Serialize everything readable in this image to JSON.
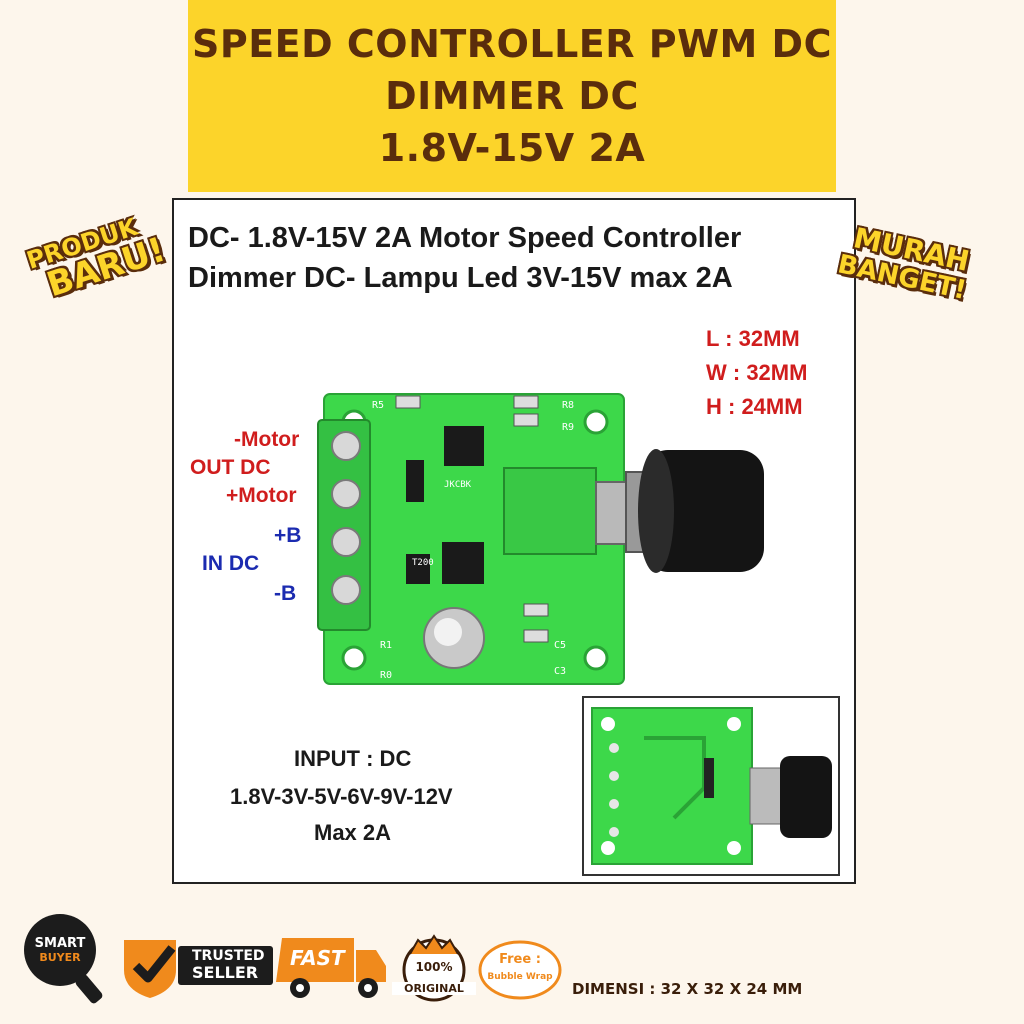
{
  "banner": {
    "line1": "SPEED CONTROLLER PWM DC",
    "line2": "DIMMER DC",
    "line3": "1.8V-15V 2A"
  },
  "stickers": {
    "left_top": "PRODUK",
    "left_bottom": "BARU!",
    "right_top": "MURAH",
    "right_bottom": "BANGET!"
  },
  "photo": {
    "header_line1": "DC- 1.8V-15V 2A  Motor Speed Controller",
    "header_line2": "Dimmer DC- Lampu  Led 3V-15V  max 2A",
    "dimensions": [
      "L  : 32MM",
      "W : 32MM",
      "H  : 24MM"
    ],
    "terminal_labels": {
      "minus_motor": "-Motor",
      "out_dc": "OUT DC",
      "plus_motor": "+Motor",
      "plus_b": "+B",
      "in_dc": "IN DC",
      "minus_b": "-B"
    },
    "input_lines": [
      "INPUT : DC",
      "1.8V-3V-5V-6V-9V-12V",
      "Max   2A"
    ],
    "pcb_silkscreen": [
      "R5",
      "R8",
      "R9",
      "R1",
      "R0",
      "C5",
      "C3",
      "T200",
      "JKCBK"
    ]
  },
  "footer": {
    "smart_buyer": [
      "SMART",
      "BUYER"
    ],
    "trusted_seller": [
      "TRUSTED",
      "SELLER"
    ],
    "fast": "FAST",
    "original": [
      "100%",
      "ORIGINAL"
    ],
    "free": [
      "Free :",
      "Bubble Wrap"
    ],
    "dimensi": "DIMENSI : 32 X 32 X 24 MM"
  },
  "colors": {
    "banner_bg": "#fcd42a",
    "banner_text": "#5a2d0c",
    "pcb_green": "#3dd84a",
    "label_red": "#d01d1d",
    "label_blue": "#1b2bb0",
    "badge_orange": "#f08a1c",
    "badge_dark": "#2b2b2b"
  }
}
